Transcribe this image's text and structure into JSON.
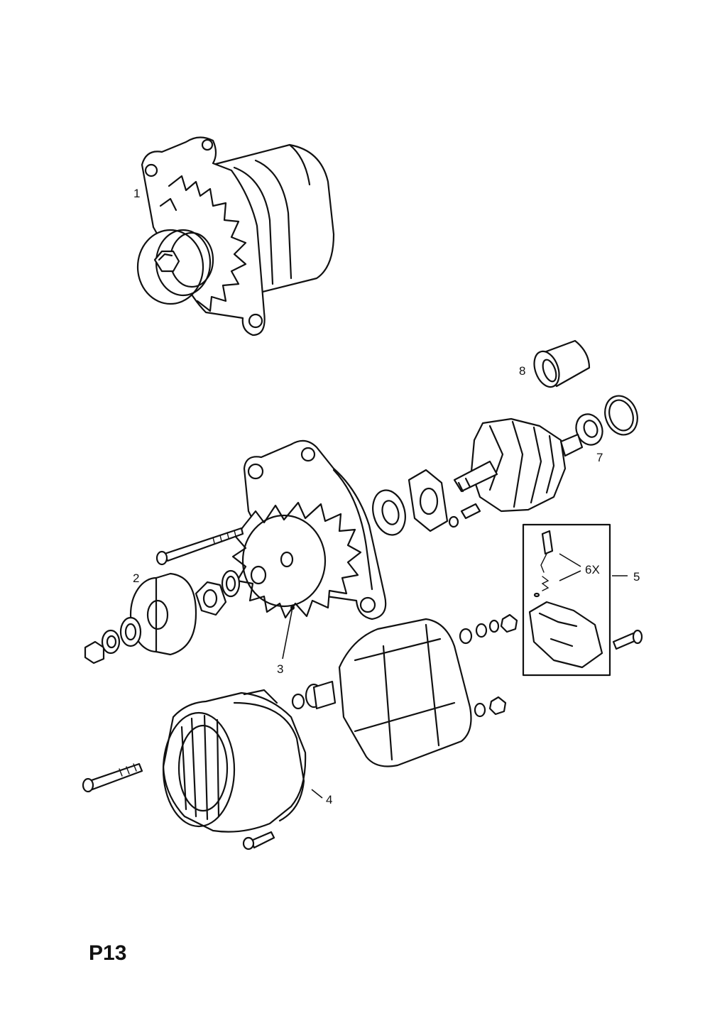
{
  "page": {
    "code": "P13"
  },
  "callouts": {
    "c1": "1",
    "c2": "2",
    "c3": "3",
    "c4": "4",
    "c5": "5",
    "c6x": "6X",
    "c7": "7",
    "c8": "8"
  }
}
